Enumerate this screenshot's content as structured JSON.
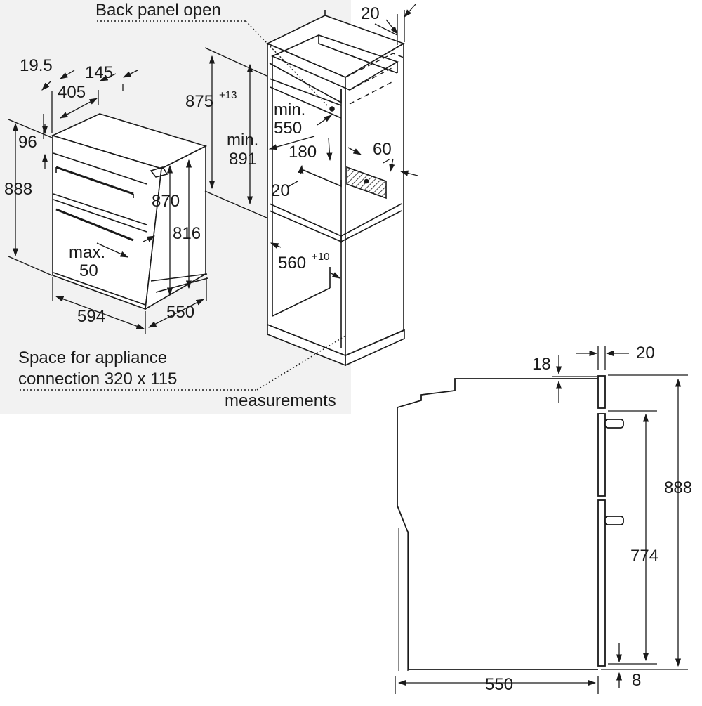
{
  "captions": {
    "back_panel": "Back panel open",
    "space_line1": "Space for appliance",
    "space_line2": "connection 320 x 115",
    "measurements": "measurements"
  },
  "oven_dims": {
    "d19_5": "19.5",
    "d145": "145",
    "d405": "405",
    "d96": "96",
    "d888": "888",
    "max_label": "max.",
    "max_value": "50",
    "d870": "870",
    "d816": "816",
    "d594": "594",
    "d550": "550"
  },
  "cabinet_dims": {
    "d875": "875",
    "d875_tol": "+13",
    "min891_label": "min.",
    "min891_value": "891",
    "min550_label": "min.",
    "min550_value": "550",
    "d180": "180",
    "d20": "20",
    "d60": "60",
    "d20_top": "20",
    "d560": "560",
    "d560_tol": "+10"
  },
  "side_dims": {
    "d18": "18",
    "d20": "20",
    "d888": "888",
    "d774": "774",
    "d550": "550",
    "d8": "8"
  }
}
